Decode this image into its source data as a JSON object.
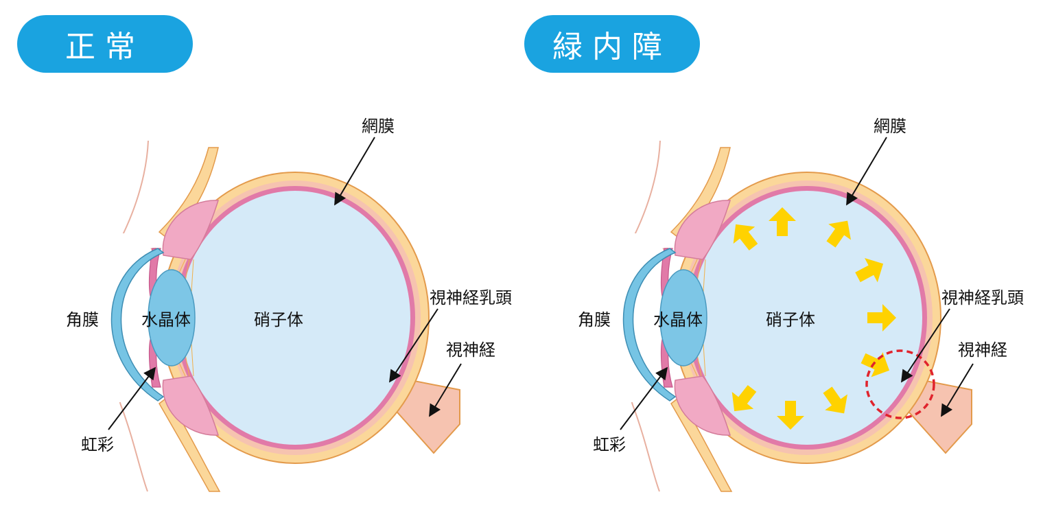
{
  "panels": [
    {
      "title": "正常",
      "labels": {
        "retina": "網膜",
        "cornea": "角膜",
        "lens": "水晶体",
        "vitreous": "硝子体",
        "optic_disc": "視神経乳頭",
        "optic_nerve": "視神経",
        "iris": "虹彩"
      }
    },
    {
      "title": "緑内障",
      "labels": {
        "retina": "網膜",
        "cornea": "角膜",
        "lens": "水晶体",
        "vitreous": "硝子体",
        "optic_disc": "視神経乳頭",
        "optic_nerve": "視神経",
        "iris": "虹彩"
      }
    }
  ],
  "colors": {
    "title_bg": "#1aa3e0",
    "sclera": "#fbd79a",
    "choroid": "#f6c3b0",
    "retina": "#e17aa8",
    "vitreous": "#d5eaf8",
    "lens": "#7dc6e6",
    "cornea": "#76c4e4",
    "ciliary": "#f1a9c4",
    "pressure_arrow": "#ffd200",
    "optic_disc_highlight": "#e0232c"
  }
}
